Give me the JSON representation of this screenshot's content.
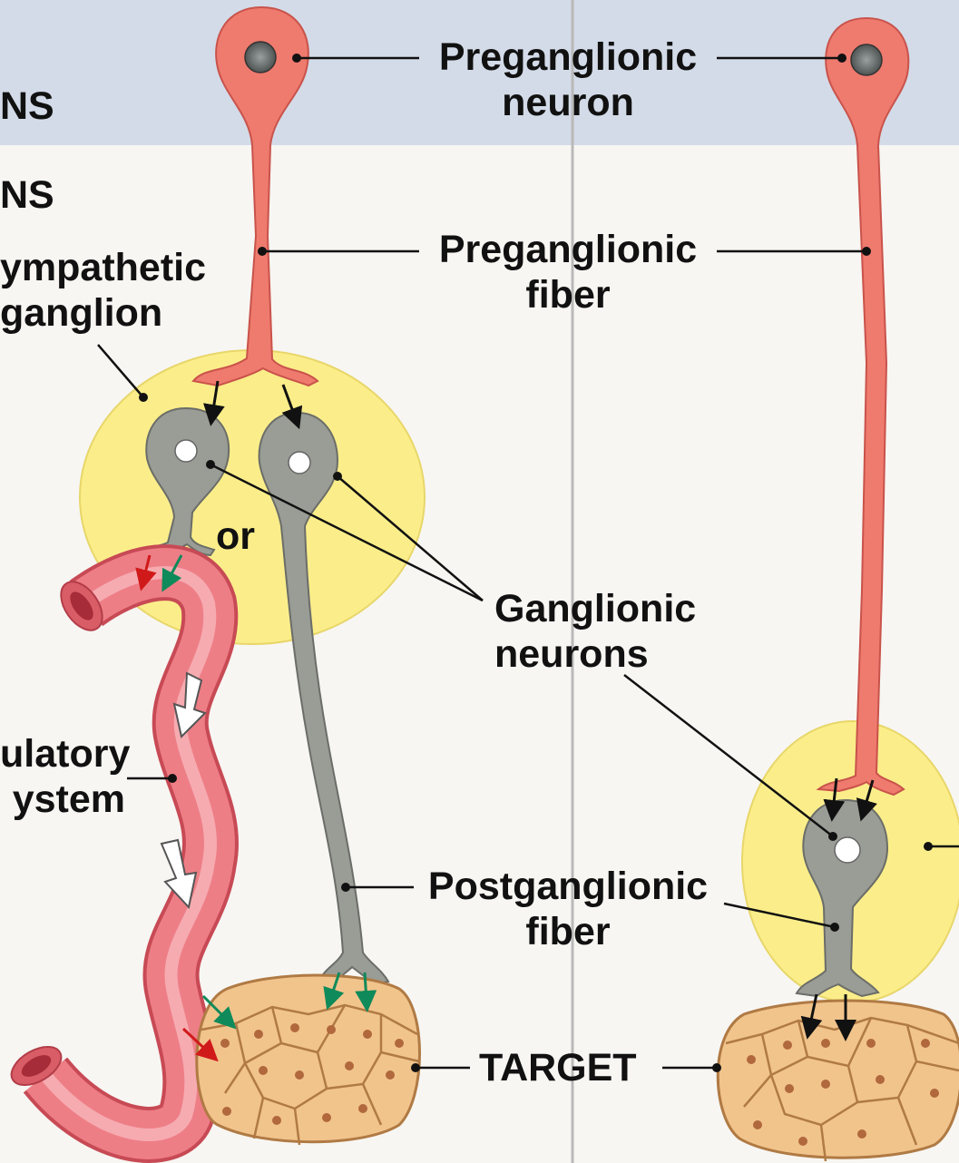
{
  "header": {
    "left_fragment_top": "NS",
    "band_color": "#d3dbe8"
  },
  "left_panel": {
    "fragment_ns": "NS",
    "sympathetic_ganglion": [
      "ympathetic",
      "ganglion"
    ],
    "or_label": "or",
    "circulatory_system": [
      "ulatory",
      "ystem"
    ]
  },
  "labels": {
    "preganglionic_neuron": [
      "Preganglionic",
      "neuron"
    ],
    "preganglionic_fiber": [
      "Preganglionic",
      "fiber"
    ],
    "ganglionic_neurons": [
      "Ganglionic",
      "neurons"
    ],
    "postganglionic_fiber": [
      "Postganglionic",
      "fiber"
    ],
    "target": "TARGET"
  },
  "colors": {
    "neuron_red": "#ef7a6e",
    "ganglion_yellow": "#fbee8a",
    "ganglionic_gray": "#9a9c96",
    "vessel_red": "#ec6f78",
    "target_tan": "#f1c48c",
    "arrow_red": "#d01a1a",
    "arrow_green": "#0f8a5a",
    "divider": "#b9b9b9"
  }
}
